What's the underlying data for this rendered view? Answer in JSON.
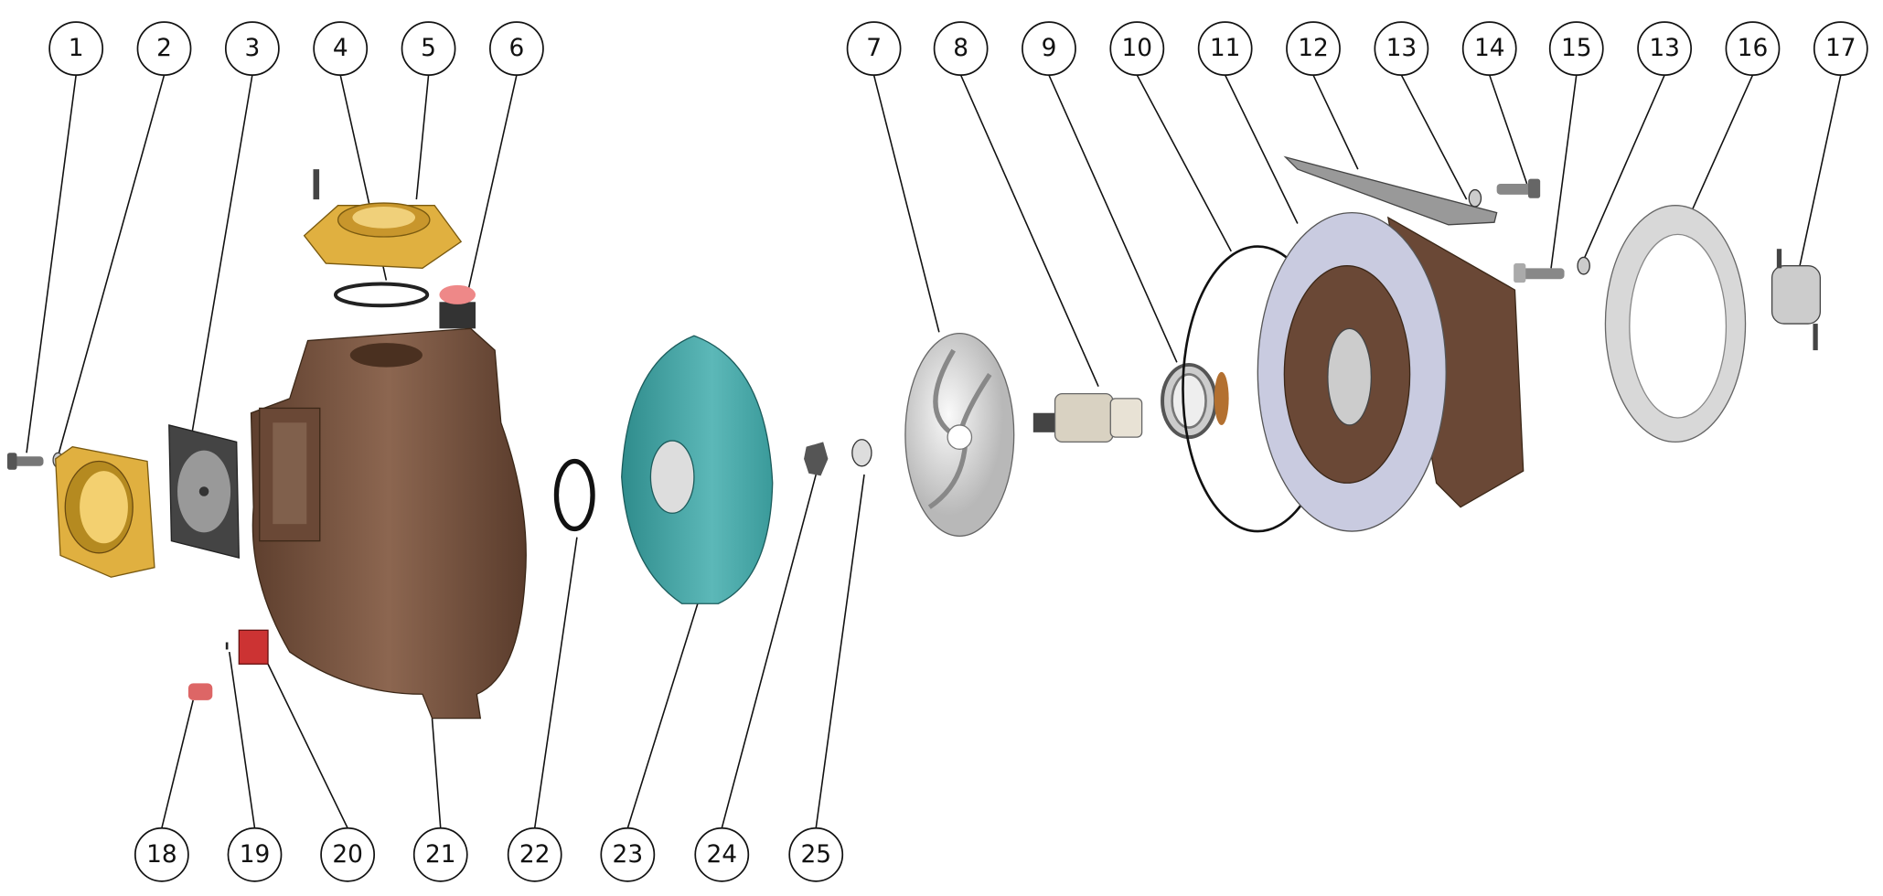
{
  "diagram": {
    "type": "exploded-parts-view",
    "colors": {
      "casing": "#7a5540",
      "flange": "#e0b040",
      "wear_plate": "#4fa8a8",
      "impeller": "#d8d8d8",
      "bracket_face": "#c9cbe0",
      "plug": "#e07070",
      "line": "#111111"
    },
    "top_balloons": [
      "1",
      "2",
      "3",
      "4",
      "5",
      "6",
      "7",
      "8",
      "9",
      "10",
      "11",
      "12",
      "13",
      "14",
      "15",
      "13",
      "16",
      "17"
    ],
    "bottom_balloons": [
      "18",
      "19",
      "20",
      "21",
      "22",
      "23",
      "24",
      "25"
    ]
  }
}
